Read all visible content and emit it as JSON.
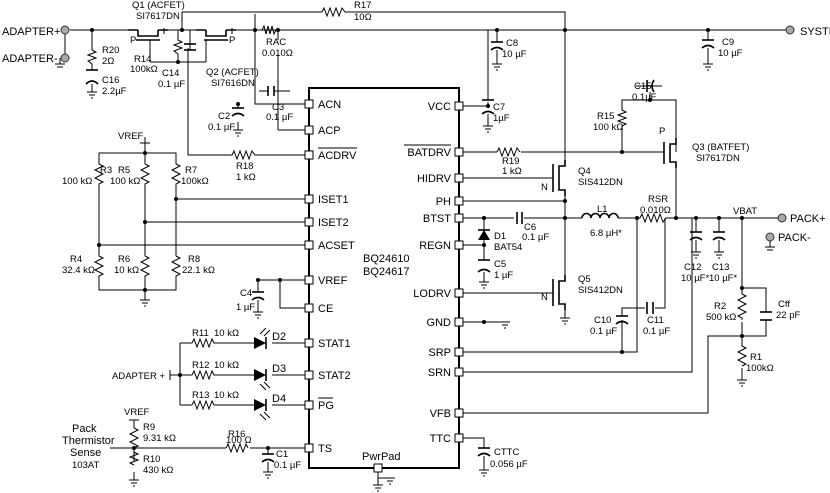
{
  "nets": {
    "adapter_pos": "ADAPTER+",
    "adapter_neg": "ADAPTER-",
    "system": "SYSTEM",
    "pack_pos": "PACK+",
    "pack_neg": "PACK-",
    "vbat": "VBAT",
    "vref_top": "VREF",
    "vref_bottom": "VREF",
    "adapter_stat": "ADAPTER +"
  },
  "ic": {
    "part1": "BQ24610",
    "part2": "BQ24617",
    "pins_left": [
      "ACN",
      "ACP",
      "ACDRV",
      "ISET1",
      "ISET2",
      "ACSET",
      "VREF",
      "CE",
      "STAT1",
      "STAT2",
      "PG",
      "TS"
    ],
    "pins_right": [
      "VCC",
      "BATDRV",
      "HIDRV",
      "PH",
      "BTST",
      "REGN",
      "LODRV",
      "GND",
      "SRP",
      "SRN",
      "VFB",
      "TTC"
    ],
    "pwrpad": "PwrPad"
  },
  "components": {
    "q1": [
      "Q1 (ACFET)",
      "SI7617DN"
    ],
    "q2": [
      "Q2 (ACFET)",
      "SI7616DN"
    ],
    "q3": [
      "Q3 (BATFET)",
      "SI7617DN"
    ],
    "q4": [
      "Q4",
      "SIS412DN"
    ],
    "q5": [
      "Q5",
      "SIS412DN"
    ],
    "r17": [
      "R17",
      "10Ω"
    ],
    "rac": [
      "RAC",
      "0.010Ω"
    ],
    "r20": [
      "R20",
      "2Ω"
    ],
    "c16": [
      "C16",
      "2.2µF"
    ],
    "r14": [
      "R14",
      "100kΩ"
    ],
    "c14": [
      "C14",
      "0.1 µF"
    ],
    "c8": [
      "C8",
      "10 µF"
    ],
    "c9": [
      "C9",
      "10 µF"
    ],
    "c2": [
      "C2",
      "0.1 µF"
    ],
    "c3": [
      "C3",
      "0.1 µF"
    ],
    "r18": [
      "R18",
      "1 kΩ"
    ],
    "c7": [
      "C7",
      "1µF"
    ],
    "c15": [
      "C15",
      "0.1µF"
    ],
    "r15": [
      "R15",
      "100 kΩ"
    ],
    "r19": [
      "R19",
      "1 kΩ"
    ],
    "r3": [
      "R3",
      "100 kΩ"
    ],
    "r5": [
      "R5",
      "100 kΩ"
    ],
    "r7": [
      "R7",
      "100kΩ"
    ],
    "r4": [
      "R4",
      "32.4 kΩ"
    ],
    "r6": [
      "R6",
      "10 kΩ"
    ],
    "r8": [
      "R8",
      "22.1 kΩ"
    ],
    "c4": [
      "C4",
      "1 µF"
    ],
    "c6": [
      "C6",
      "0.1 µF"
    ],
    "l1": [
      "L1",
      "6.8 µH*"
    ],
    "rsr": [
      "RSR",
      "0.010Ω"
    ],
    "d1": [
      "D1",
      "BAT54"
    ],
    "c5": [
      "C5",
      "1 µF"
    ],
    "c12": [
      "C12",
      "10 µF*"
    ],
    "c13": [
      "C13",
      "10 µF*"
    ],
    "c10": [
      "C10",
      "0.1 µF"
    ],
    "c11": [
      "C11",
      "0.1 µF"
    ],
    "r2": [
      "R2",
      "500 kΩ"
    ],
    "cff": [
      "Cff",
      "22 pF"
    ],
    "r1": [
      "R1",
      "100kΩ"
    ],
    "r11": [
      "R11",
      "10 kΩ"
    ],
    "r12": [
      "R12",
      "10 kΩ"
    ],
    "r13": [
      "R13",
      "10 kΩ"
    ],
    "d2": "D2",
    "d3": "D3",
    "d4": "D4",
    "r9": [
      "R9",
      "9.31 kΩ"
    ],
    "r10": [
      "R10",
      "430 kΩ"
    ],
    "r16": [
      "R16",
      "100 Ω"
    ],
    "c1": [
      "C1",
      "0.1 µF"
    ],
    "cttc": [
      "CTTC",
      "0.056 µF"
    ]
  },
  "thermistor": [
    "Pack",
    "Thermistor",
    "Sense",
    "103AT"
  ],
  "fet_pin_p": "P",
  "fet_pin_n": "N"
}
